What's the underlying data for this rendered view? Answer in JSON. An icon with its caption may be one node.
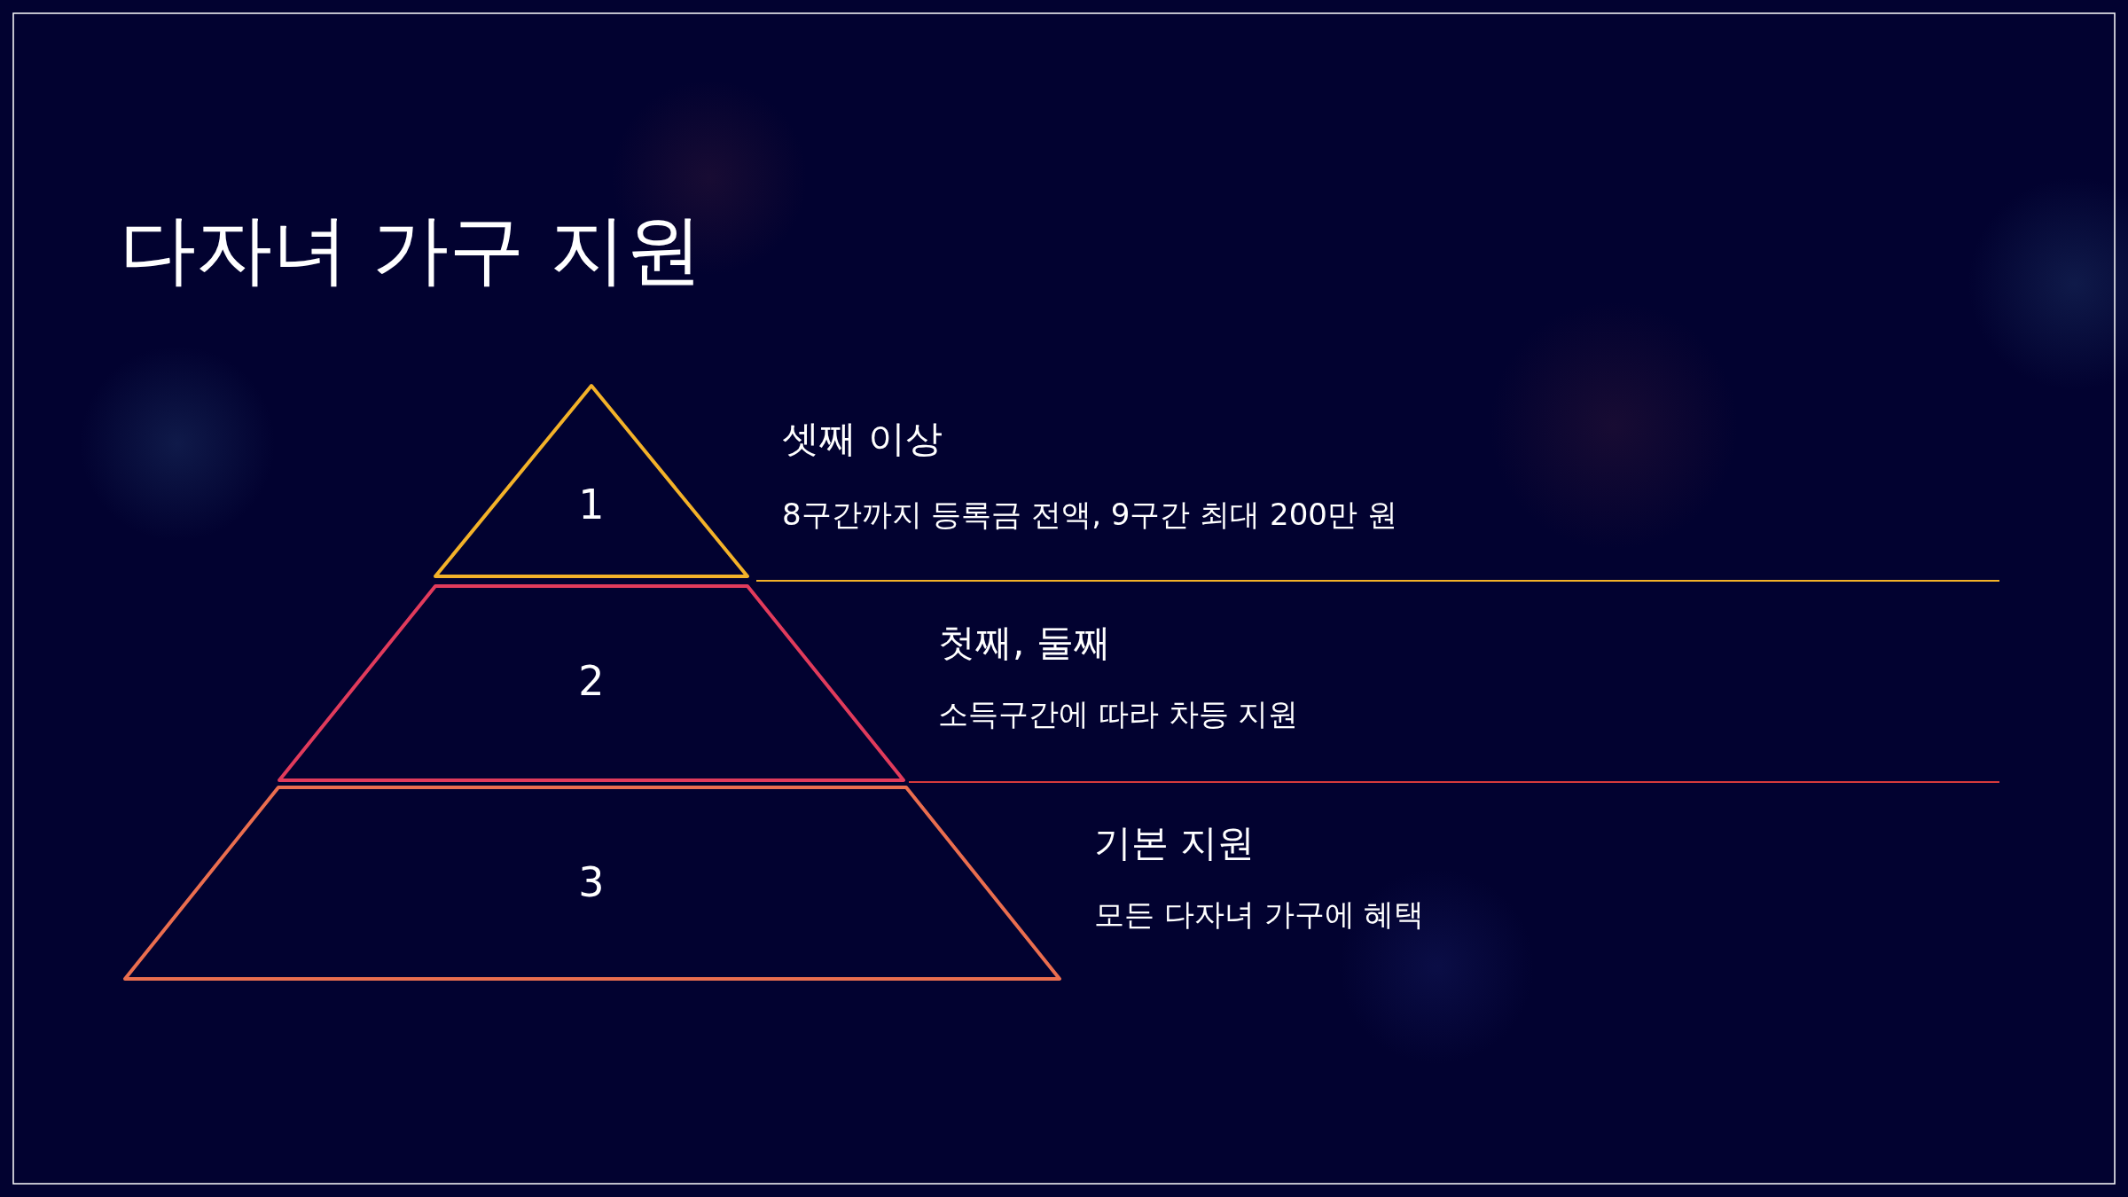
{
  "diagram": {
    "title": "다자녀 가구 지원",
    "nodes": [
      {
        "text": [
          "1"
        ],
        "beside": [
          "셋째 이상",
          "8구간까지 등록금 전액, 9구간 최대 200만 원"
        ]
      },
      {
        "text": [
          "2"
        ],
        "beside": [
          "첫째, 둘째",
          "소득구간에 따라 차등 지원"
        ]
      },
      {
        "text": [
          "3"
        ],
        "beside": [
          "기본 지원",
          "모든 다자녀 가구에 혜택"
        ]
      }
    ]
  }
}
